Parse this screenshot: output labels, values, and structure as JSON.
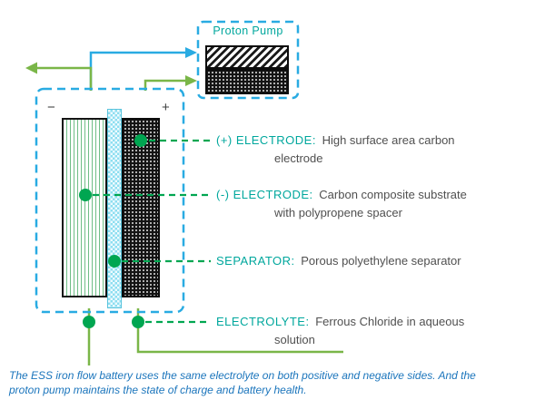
{
  "colors": {
    "flow-green": "#7ab648",
    "marker-green": "#00a651",
    "accent-teal": "#00a79d",
    "line-blue": "#29abe2",
    "box-cyan": "#29abe2",
    "caption-blue": "#1b75bc",
    "text-dark": "#505050"
  },
  "pump": {
    "title": "Proton Pump"
  },
  "battery": {
    "minus": "−",
    "plus": "+"
  },
  "annotations": [
    {
      "keyword": "(+) ELECTRODE:",
      "line1": "High surface area carbon",
      "line2": "electrode"
    },
    {
      "keyword": "(-) ELECTRODE:",
      "line1": "Carbon composite substrate",
      "line2": "with polypropene spacer"
    },
    {
      "keyword": "SEPARATOR:",
      "line1": "Porous polyethylene separator",
      "line2": ""
    },
    {
      "keyword": "ELECTROLYTE:",
      "line1": "Ferrous Chloride in aqueous",
      "line2": "solution"
    }
  ],
  "caption": {
    "line1": "The ESS iron flow battery uses the same electrolyte on both positive and negative sides. And the",
    "line2": "proton pump maintains the state of charge and battery health."
  }
}
